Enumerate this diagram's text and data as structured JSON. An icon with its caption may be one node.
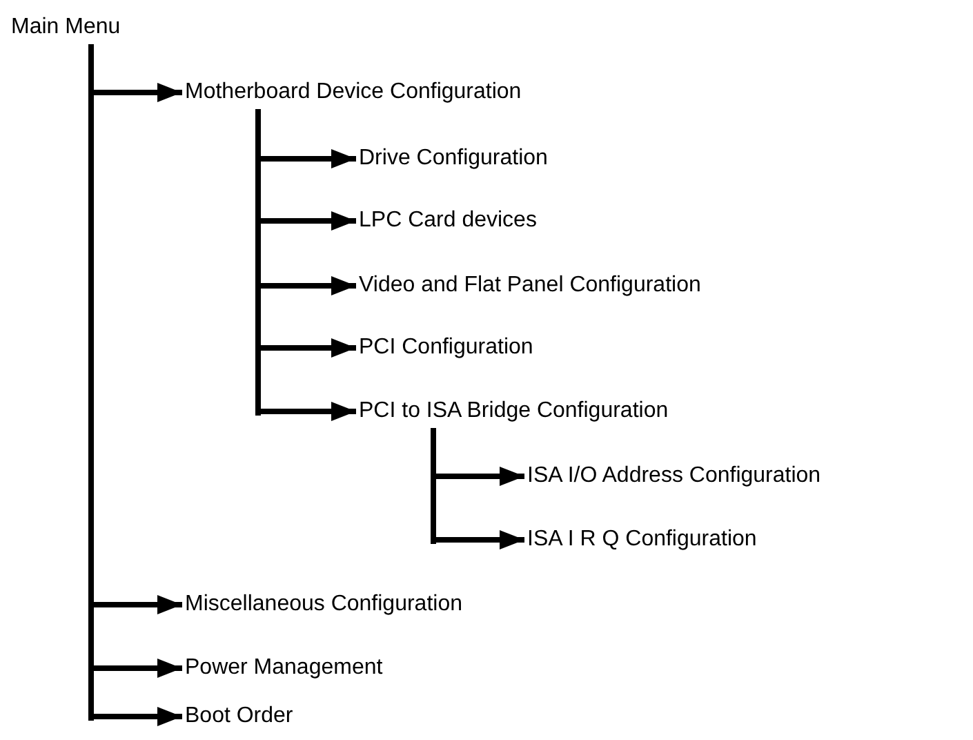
{
  "diagram": {
    "nodes": [
      {
        "text": [
          "Main Menu"
        ]
      },
      {
        "text": [
          "Motherboard Device Configuration"
        ]
      },
      {
        "text": [
          "Drive Configuration"
        ]
      },
      {
        "text": [
          "LPC Card devices"
        ]
      },
      {
        "text": [
          "Video and Flat Panel Configuration"
        ]
      },
      {
        "text": [
          "PCI Configuration"
        ]
      },
      {
        "text": [
          "PCI to ISA Bridge Configuration"
        ]
      },
      {
        "text": [
          "ISA I/O Address Configuration"
        ]
      },
      {
        "text": [
          "ISA I R Q Configuration"
        ]
      },
      {
        "text": [
          "Miscellaneous Configuration"
        ]
      },
      {
        "text": [
          "Power Management"
        ]
      },
      {
        "text": [
          "Boot Order"
        ]
      }
    ],
    "edges": [
      {
        "from": 0,
        "to": 1,
        "arrow": "to"
      },
      {
        "from": 1,
        "to": 2,
        "arrow": "to"
      },
      {
        "from": 1,
        "to": 3,
        "arrow": "to"
      },
      {
        "from": 1,
        "to": 4,
        "arrow": "to"
      },
      {
        "from": 1,
        "to": 5,
        "arrow": "to"
      },
      {
        "from": 1,
        "to": 6,
        "arrow": "to"
      },
      {
        "from": 6,
        "to": 7,
        "arrow": "to"
      },
      {
        "from": 6,
        "to": 8,
        "arrow": "to"
      },
      {
        "from": 0,
        "to": 9,
        "arrow": "to"
      },
      {
        "from": 0,
        "to": 10,
        "arrow": "to"
      },
      {
        "from": 0,
        "to": 11,
        "arrow": "to"
      }
    ]
  }
}
